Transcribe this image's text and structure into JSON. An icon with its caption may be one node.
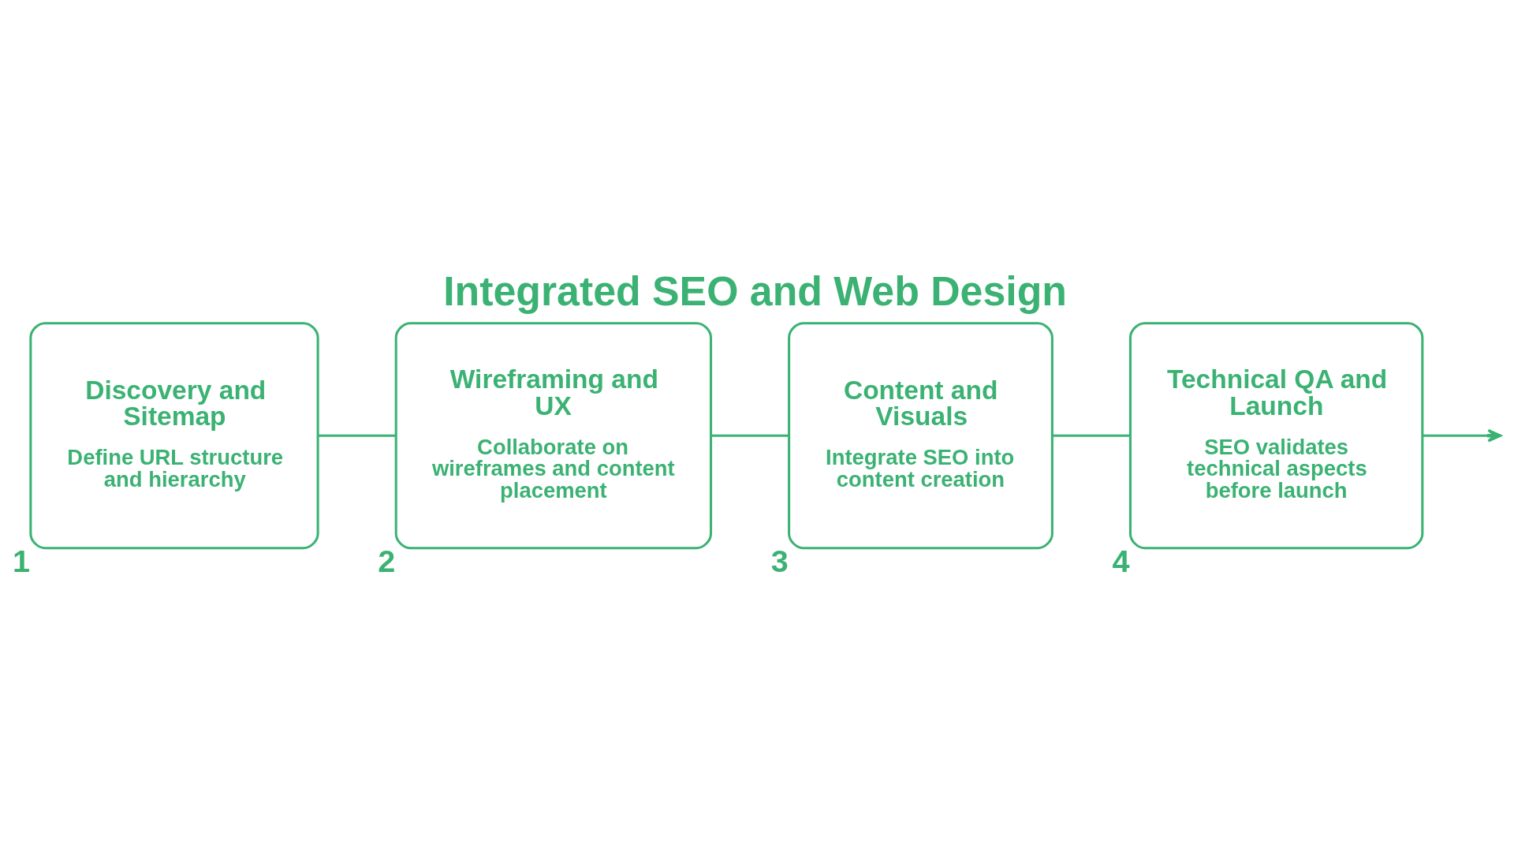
{
  "diagram": {
    "title": "Integrated SEO and Web Design",
    "nodes": [
      {
        "text": [
          "Discovery and Sitemap",
          "Define URL structure and hierarchy"
        ],
        "beside": [
          "1"
        ]
      },
      {
        "text": [
          "Wireframing and UX",
          "Collaborate on wireframes and content placement"
        ],
        "beside": [
          "2"
        ]
      },
      {
        "text": [
          "Content and Visuals",
          "Integrate SEO into content creation"
        ],
        "beside": [
          "3"
        ]
      },
      {
        "text": [
          "Technical QA and Launch",
          "SEO validates technical aspects before launch"
        ],
        "beside": [
          "4"
        ]
      }
    ],
    "edges": [
      {
        "from": 0,
        "to": 1,
        "arrow": "none"
      },
      {
        "from": 1,
        "to": 2,
        "arrow": "none"
      },
      {
        "from": 2,
        "to": 3,
        "arrow": "none"
      },
      {
        "from": 3,
        "to": null,
        "arrow": "to"
      }
    ]
  }
}
